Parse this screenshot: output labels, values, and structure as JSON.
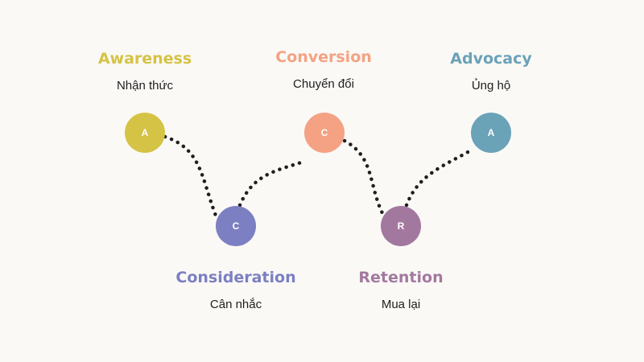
{
  "stages": [
    {
      "id": "awareness",
      "title": "Awareness",
      "subtitle": "Nhận thức",
      "letter": "A",
      "color": "#d5c345"
    },
    {
      "id": "consideration",
      "title": "Consideration",
      "subtitle": "Cân nhắc",
      "letter": "C",
      "color": "#7c7fc2"
    },
    {
      "id": "conversion",
      "title": "Conversion",
      "subtitle": "Chuyển đổi",
      "letter": "C",
      "color": "#f4a283"
    },
    {
      "id": "retention",
      "title": "Retention",
      "subtitle": "Mua lại",
      "letter": "R",
      "color": "#a3789f"
    },
    {
      "id": "advocacy",
      "title": "Advocacy",
      "subtitle": "Ủng hộ",
      "letter": "A",
      "color": "#6aa2b8"
    }
  ],
  "connector_color": "#1f1f1f"
}
